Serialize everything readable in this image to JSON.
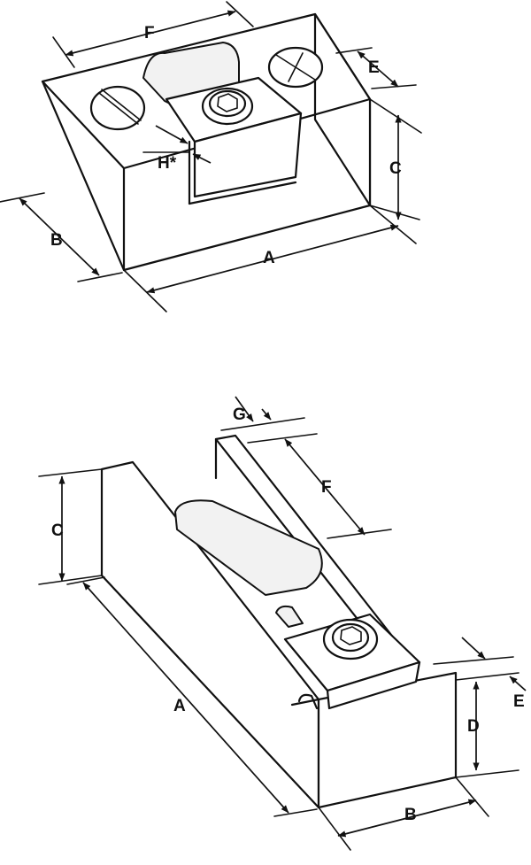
{
  "figure_top": {
    "labels": {
      "a": "A",
      "b": "B",
      "c": "C",
      "e": "E",
      "f": "F",
      "h": "H*"
    }
  },
  "figure_bottom": {
    "labels": {
      "a": "A",
      "b": "B",
      "c": "C",
      "d": "D",
      "e": "E",
      "f": "F",
      "g": "G"
    }
  }
}
